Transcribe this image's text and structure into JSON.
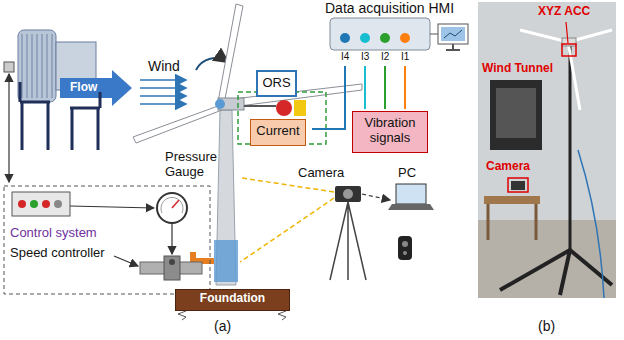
{
  "diagram": {
    "nodes": [
      {
        "text": [
          "ORS"
        ]
      },
      {
        "text": [
          "Current"
        ]
      },
      {
        "text": [
          "Vibration signals"
        ]
      },
      {
        "text": [
          "Foundation"
        ]
      }
    ],
    "labels": [
      "Data acquisition HMI",
      "I4",
      "I3",
      "I2",
      "I1",
      "Wind",
      "Flow",
      "Pressure Gauge",
      "Control system",
      "Speed controller",
      "Camera",
      "PC",
      "(a)",
      "XYZ ACC",
      "Wind Tunnel",
      "Camera",
      "(b)"
    ]
  }
}
